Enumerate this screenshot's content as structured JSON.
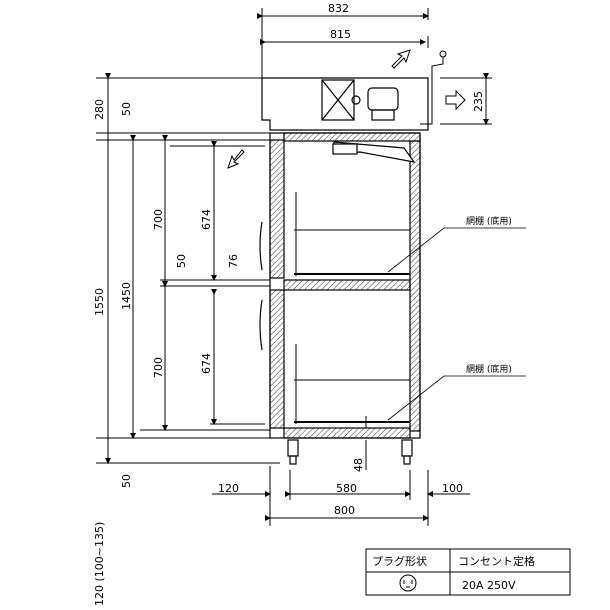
{
  "dimensions": {
    "overall_width": "832",
    "body_width": "815",
    "top_right_height": "235",
    "total_height": "1550",
    "top_section": "280",
    "top_offset": "50",
    "inner_height": "1450",
    "upper_compartment": "700",
    "upper_shelf": "674",
    "lower_compartment": "700",
    "lower_shelf": "674",
    "divider": "50",
    "door_gap": "76",
    "base_offset": "50",
    "leg_height": "120 (100~135)",
    "shelf_bottom": "48",
    "left_offset": "120",
    "shelf_width": "580",
    "right_offset": "100",
    "depth": "800"
  },
  "labels": {
    "shelf_upper": "網棚 (底用)",
    "shelf_lower": "網棚 (底用)"
  },
  "spec_table": {
    "header_plug": "プラグ形状",
    "header_outlet": "コンセント定格",
    "rating": "20A  250V"
  }
}
